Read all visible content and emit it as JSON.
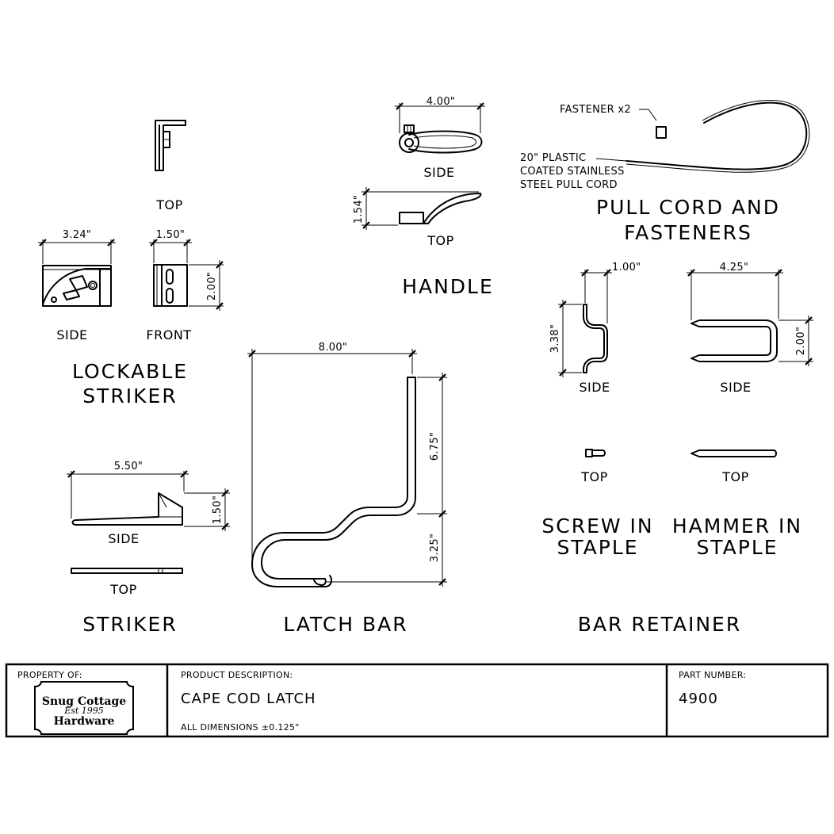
{
  "lockable_striker": {
    "title_line1": "LOCKABLE",
    "title_line2": "STRIKER",
    "view_top": "TOP",
    "view_side": "SIDE",
    "view_front": "FRONT",
    "dim_width_side": "3.24\"",
    "dim_width_front": "1.50\"",
    "dim_height_front": "2.00\""
  },
  "handle": {
    "title": "HANDLE",
    "view_side": "SIDE",
    "view_top": "TOP",
    "dim_length": "4.00\"",
    "dim_height": "1.54\""
  },
  "pull_cord": {
    "title_line1": "PULL CORD AND",
    "title_line2": "FASTENERS",
    "fastener_note": "FASTENER x2",
    "cord_note_line1": "20\" PLASTIC",
    "cord_note_line2": "COATED STAINLESS",
    "cord_note_line3": "STEEL PULL CORD"
  },
  "striker": {
    "title": "STRIKER",
    "view_side": "SIDE",
    "view_top": "TOP",
    "dim_length": "5.50\"",
    "dim_height": "1.50\""
  },
  "latch_bar": {
    "title": "LATCH BAR",
    "dim_width": "8.00\"",
    "dim_upper": "6.75\"",
    "dim_lower": "3.25\""
  },
  "bar_retainer": {
    "title": "BAR RETAINER",
    "screw_in": {
      "label_line1": "SCREW IN",
      "label_line2": "STAPLE",
      "view_side": "SIDE",
      "view_top": "TOP",
      "dim_width": "1.00\"",
      "dim_height": "3.38\""
    },
    "hammer_in": {
      "label_line1": "HAMMER IN",
      "label_line2": "STAPLE",
      "view_side": "SIDE",
      "view_top": "TOP",
      "dim_width": "4.25\"",
      "dim_height": "2.00\""
    }
  },
  "title_block": {
    "property_label": "PROPERTY OF:",
    "logo_line1": "Snug Cottage",
    "logo_line2": "Est 1995",
    "logo_line3": "Hardware",
    "description_label": "PRODUCT DESCRIPTION:",
    "product_name": "CAPE COD LATCH",
    "tolerance": "ALL DIMENSIONS ±0.125\"",
    "part_number_label": "PART NUMBER:",
    "part_number": "4900"
  }
}
